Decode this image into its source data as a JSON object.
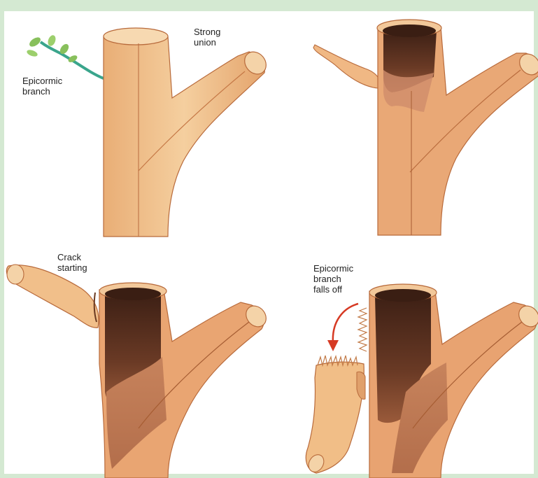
{
  "labels": {
    "epicormic_branch": "Epicormic\nbranch",
    "strong_union": "Strong\nunion",
    "crack_starting": "Crack\nstarting",
    "epicormic_branch_falls_off": "Epicormic\nbranch\nfalls off"
  },
  "colors": {
    "background_border": "#d4e9d2",
    "panel": "#ffffff",
    "wood_light": "#f2c693",
    "wood_mid": "#e6a56c",
    "bark_edge": "#b86a3b",
    "decay_light": "#c98a66",
    "decay_dark": "#4e2b1d",
    "leaf_green": "#88c05c",
    "stem_teal": "#3aa58c",
    "arrow_red": "#d63a24"
  }
}
